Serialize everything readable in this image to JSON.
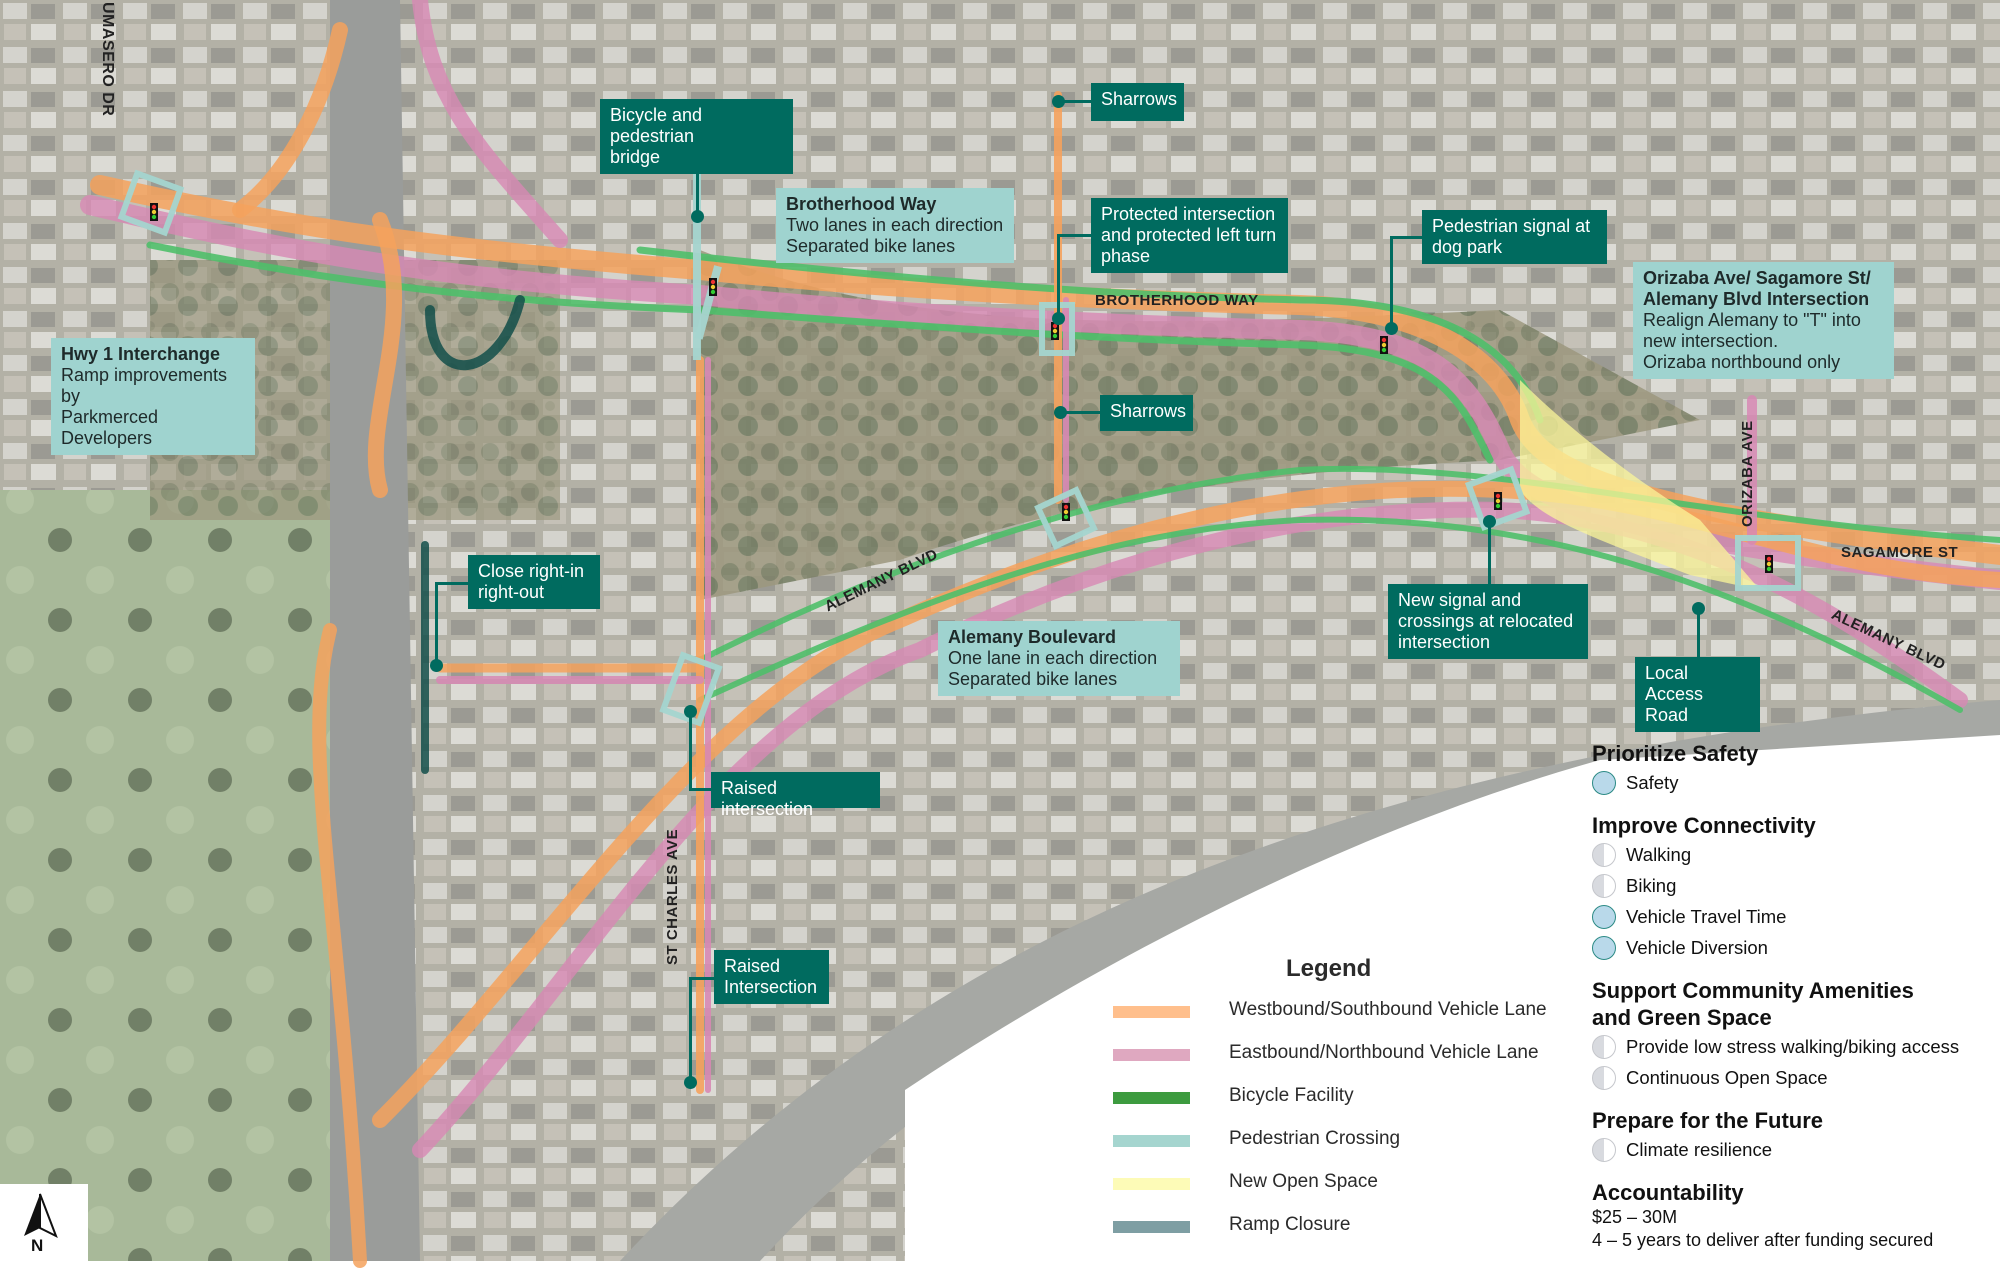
{
  "map": {
    "road_labels": {
      "umasero": "UMASERO DR",
      "brotherhood": "BROTHERHOOD WAY",
      "alemany_west": "ALEMANY BLVD",
      "alemany_east": "ALEMANY BLVD",
      "sagamore": "SAGAMORE ST",
      "orizaba": "ORIZABA AVE",
      "st_charles": "ST CHARLES AVE"
    },
    "callouts": {
      "hwy1": {
        "title": "Hwy 1 Interchange",
        "line1": "Ramp improvements by",
        "line2": "Parkmerced Developers"
      },
      "bridge": {
        "line1": "Bicycle and pedestrian",
        "line2": "bridge"
      },
      "brotherhood": {
        "title": "Brotherhood Way",
        "line1": "Two lanes in each direction",
        "line2": "Separated bike lanes"
      },
      "sharrows_north": {
        "line1": "Sharrows"
      },
      "protected": {
        "line1": "Protected intersection",
        "line2": "and protected left turn",
        "line3": "phase"
      },
      "ped_signal": {
        "line1": "Pedestrian signal at",
        "line2": "dog park"
      },
      "orizaba": {
        "title1": "Orizaba Ave/ Sagamore St/",
        "title2": "Alemany Blvd Intersection",
        "line1": "Realign Alemany to \"T\" into",
        "line2": "new intersection.",
        "line3": "Orizaba northbound only"
      },
      "sharrows_south": {
        "line1": "Sharrows"
      },
      "close_right": {
        "line1": "Close right-in",
        "line2": "right-out"
      },
      "alemany": {
        "title": "Alemany Boulevard",
        "line1": "One lane in each direction",
        "line2": "Separated bike lanes"
      },
      "new_signal": {
        "line1": "New signal and",
        "line2": "crossings at relocated",
        "line3": "intersection"
      },
      "local_access": {
        "line1": "Local Access",
        "line2": "Road"
      },
      "raised1": {
        "line1": "Raised intersection"
      },
      "raised2": {
        "line1": "Raised",
        "line2": "Intersection"
      }
    },
    "compass_label": "N"
  },
  "legend": {
    "title": "Legend",
    "items": [
      {
        "label": "Westbound/Southbound Vehicle Lane",
        "color": "#ffbf8c"
      },
      {
        "label": "Eastbound/Northbound Vehicle Lane",
        "color": "#dfa8c0"
      },
      {
        "label": "Bicycle Facility",
        "color": "#3d9b3f"
      },
      {
        "label": "Pedestrian Crossing",
        "color": "#a5d5cf"
      },
      {
        "label": "New Open Space",
        "color": "#fdfbb7"
      },
      {
        "label": "Ramp Closure",
        "color": "#7e9ea3"
      }
    ]
  },
  "goals": {
    "safety": {
      "heading": "Prioritize Safety",
      "items": [
        {
          "label": "Safety",
          "rating": "full"
        }
      ]
    },
    "connectivity": {
      "heading": "Improve Connectivity",
      "items": [
        {
          "label": "Walking",
          "rating": "half"
        },
        {
          "label": "Biking",
          "rating": "half"
        },
        {
          "label": "Vehicle Travel Time",
          "rating": "full"
        },
        {
          "label": "Vehicle Diversion",
          "rating": "full"
        }
      ]
    },
    "community": {
      "heading1": "Support Community Amenities",
      "heading2": "and Green Space",
      "items": [
        {
          "label": "Provide low stress walking/biking access",
          "rating": "half"
        },
        {
          "label": "Continuous Open Space",
          "rating": "half"
        }
      ]
    },
    "future": {
      "heading": "Prepare for the Future",
      "items": [
        {
          "label": "Climate resilience",
          "rating": "half"
        }
      ]
    },
    "accountability": {
      "heading": "Accountability",
      "cost": "$25 – 30M",
      "timeline": "4 – 5 years to deliver after funding secured"
    }
  }
}
